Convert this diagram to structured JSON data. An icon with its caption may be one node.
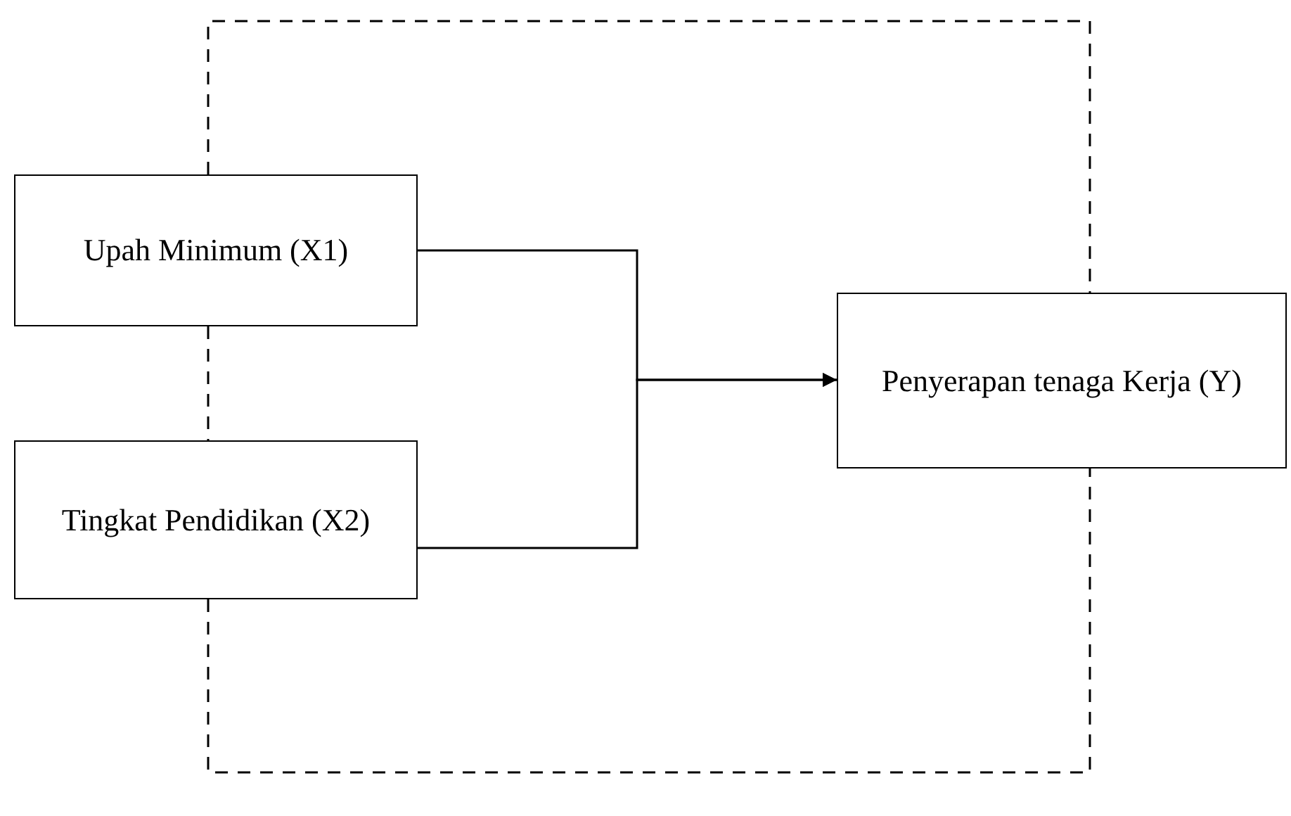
{
  "diagram": {
    "nodes": [
      {
        "text": [
          "Upah Minimum (X1)"
        ]
      },
      {
        "text": [
          "Tingkat Pendidikan (X2)"
        ]
      },
      {
        "text": [
          "Penyerapan tenaga Kerja (Y)"
        ]
      }
    ],
    "edges": [
      {
        "from": 0,
        "to": 2,
        "arrow": "to"
      },
      {
        "from": 1,
        "to": 2,
        "arrow": "to"
      },
      {
        "from": 0,
        "to": 1,
        "arrow": "none",
        "style": "dashed"
      },
      {
        "from": 0,
        "to": 2,
        "arrow": "none",
        "style": "dashed"
      },
      {
        "from": 1,
        "to": 2,
        "arrow": "none",
        "style": "dashed"
      }
    ]
  }
}
